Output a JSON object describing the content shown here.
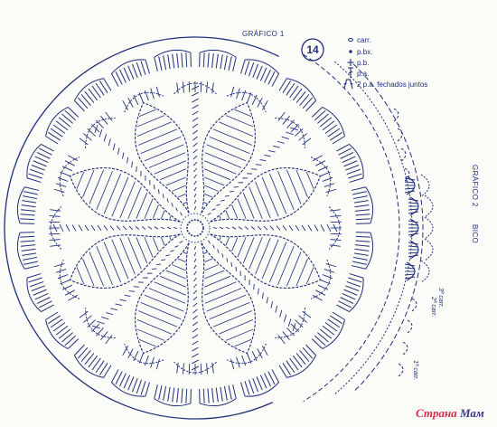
{
  "diagram": {
    "chart1_title": "GRÁFICO 1",
    "chart2_title": "GRÁFICO 2",
    "page_number": "14",
    "border_label": "BICO",
    "row_labels": [
      "3ª carr.",
      "2ª carr.",
      "1ª carr."
    ],
    "legend": [
      {
        "symbol": "chain-symbol-icon",
        "label": "carr."
      },
      {
        "symbol": "slip-stitch-symbol-icon",
        "label": "p.bx."
      },
      {
        "symbol": "single-crochet-symbol-icon",
        "label": "p.b."
      },
      {
        "symbol": "double-crochet-symbol-icon",
        "label": "p.a."
      },
      {
        "symbol": "dc2tog-symbol-icon",
        "label": "2 p.a. fechados juntos"
      }
    ],
    "ink_color": "#1f2f7a",
    "paper_color": "#fbfbf7"
  },
  "watermark": {
    "text_part1": "Страна ",
    "text_part2": "Мам",
    "color1": "#d6304a",
    "color2": "#3a3a8a"
  }
}
